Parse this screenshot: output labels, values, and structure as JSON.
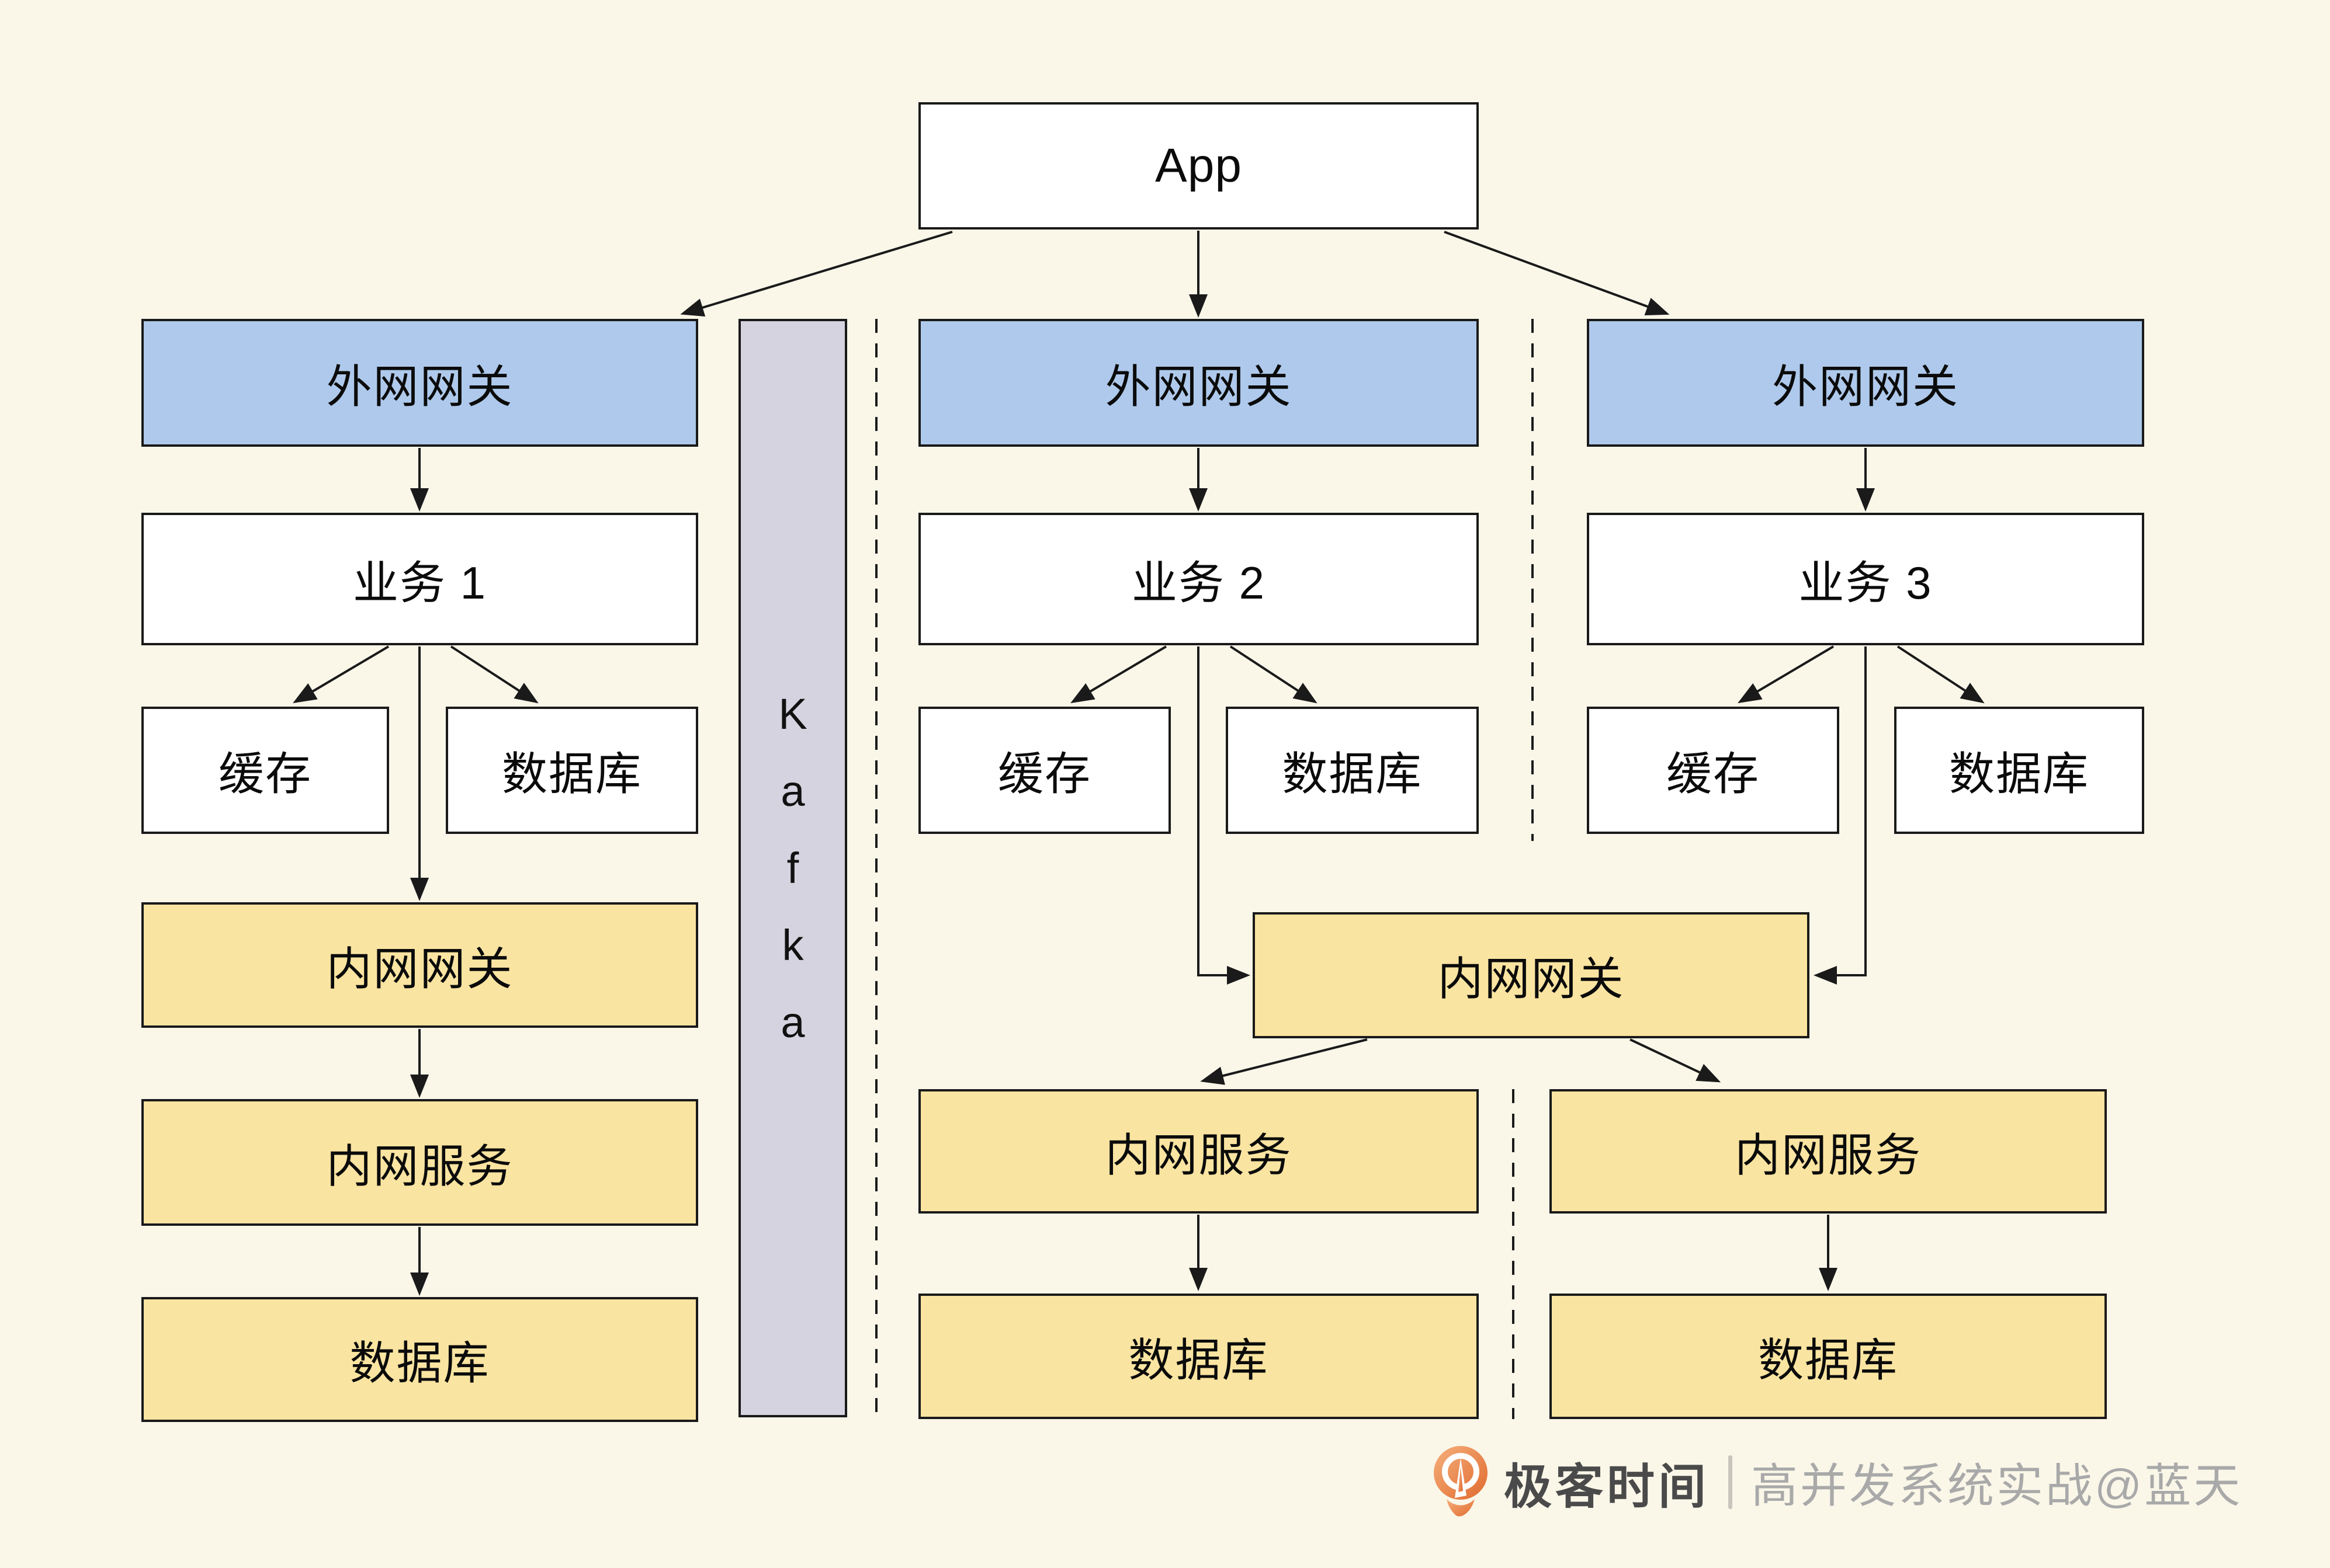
{
  "diagram": {
    "app": {
      "label": "App"
    },
    "gateways": {
      "external": "外网网关",
      "internal": "内网网关"
    },
    "services": {
      "biz1": "业务 1",
      "biz2": "业务 2",
      "biz3": "业务 3",
      "internal": "内网服务"
    },
    "stores": {
      "cache": "缓存",
      "database": "数据库"
    },
    "kafka": {
      "word": "Kafka",
      "letters": [
        "K",
        "a",
        "f",
        "k",
        "a"
      ]
    }
  },
  "footer": {
    "brand": "极客时间",
    "credit": "高并发系统实战@蓝天"
  },
  "colors": {
    "background": "#FAF7E9",
    "external_gateway_fill": "#AEC9EB",
    "internal_tier_fill": "#FAE4A1",
    "kafka_fill": "#D4D3DF",
    "plain_box_fill": "#FFFFFF",
    "box_border": "#1A1A1A",
    "logo_orange": "#E8722F",
    "footer_brand_text": "#4A4A4A",
    "footer_credit_text": "#A9A9A9"
  }
}
